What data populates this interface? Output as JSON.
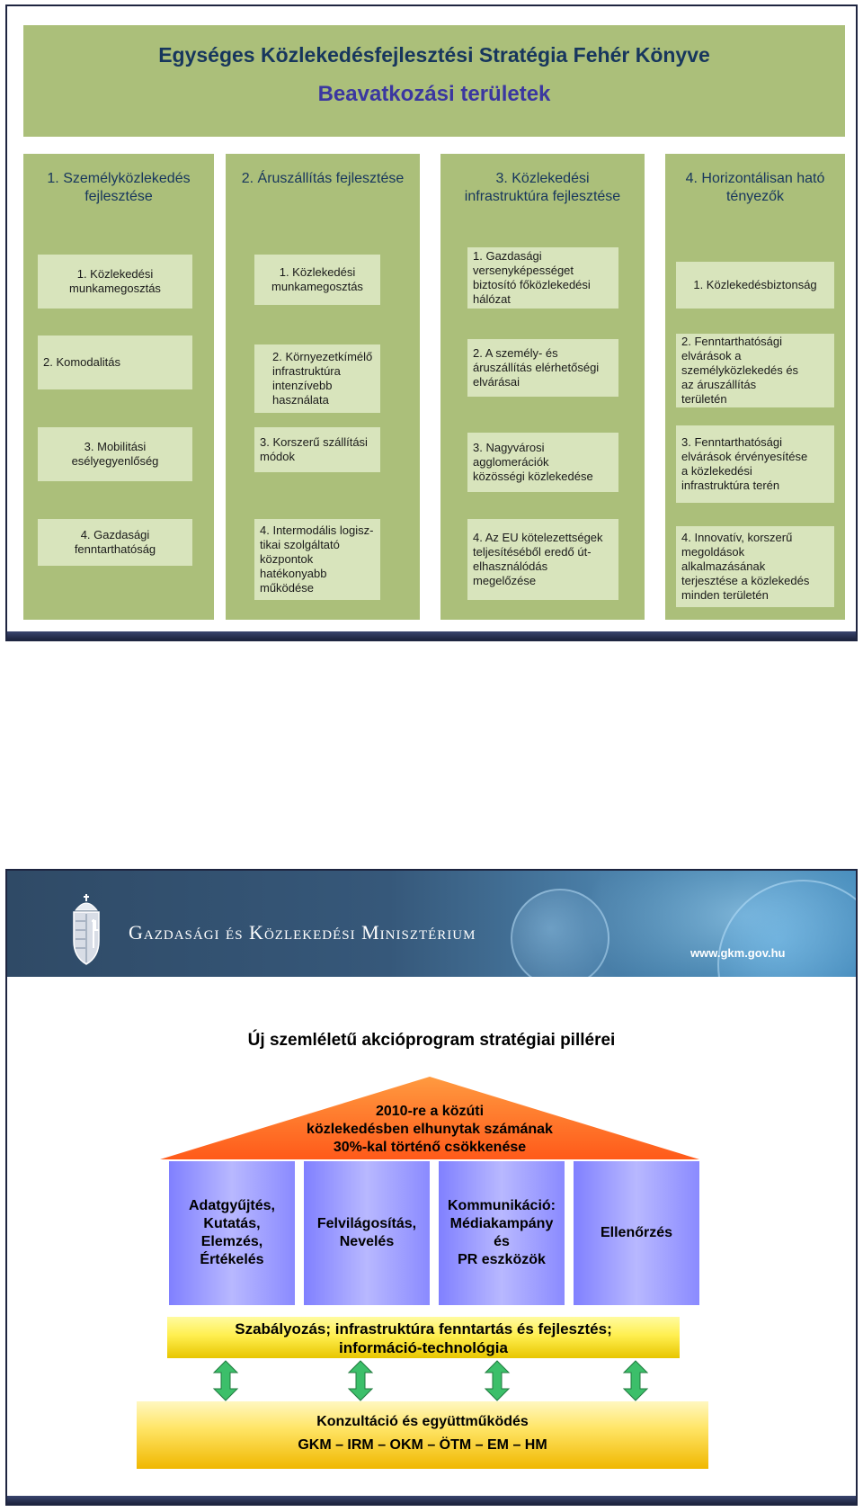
{
  "slide1": {
    "title": "Egységes Közlekedésfejlesztési Stratégia Fehér Könyve",
    "subtitle": "Beavatkozási területek",
    "columns": [
      {
        "heading": "1. Személyközlekedés\nfejlesztése",
        "items": [
          "1. Közlekedési\nmunkamegosztás",
          "2. Komodalitás",
          "3. Mobilitási\nesélyegyenlőség",
          "4. Gazdasági\nfenntarthatóság"
        ]
      },
      {
        "heading": "2. Áruszállítás fejlesztése",
        "items": [
          "1. Közlekedési\nmunkamegosztás",
          "2. Környezetkímélő\ninfrastruktúra\nintenzívebb\nhasználata",
          "3. Korszerű szállítási\nmódok",
          "4. Intermodális logisz-\ntikai szolgáltató\nközpontok\nhatékonyabb\nműködése"
        ]
      },
      {
        "heading": "3. Közlekedési\ninfrastruktúra fejlesztése",
        "items": [
          "1. Gazdasági\nversenyképességet\nbiztosító főközlekedési\nhálózat",
          "2. A személy- és\náruszállítás elérhetőségi\nelvárásai",
          "3. Nagyvárosi\nagglomerációk\nközösségi közlekedése",
          "4. Az EU kötelezettségek\nteljesítéséből eredő út-\nelhasználódás\nmegelőzése"
        ]
      },
      {
        "heading": "4. Horizontálisan ható\ntényezők",
        "items": [
          "1. Közlekedésbiztonság",
          "2. Fenntarthatósági\nelvárások a\nszemélyközlekedés és\naz áruszállítás\nterületén",
          "3. Fenntarthatósági\nelvárások érvényesítése\na közlekedési\ninfrastruktúra terén",
          "4. Innovatív, korszerű\nmegoldások\nalkalmazásának\nterjesztése a közlekedés\nminden területén"
        ]
      }
    ]
  },
  "slide2": {
    "banner_title": "Gazdasági és Közlekedési Minisztérium",
    "banner_url": "www.gkm.gov.hu",
    "title": "Új szemléletű akcióprogram stratégiai pillérei",
    "roof": "2010-re a közúti\nközlekedésben elhunytak számának\n30%-kal történő csökkenése",
    "pillars": [
      "Adatgyűjtés,\nKutatás,\nElemzés,\nÉrtékelés",
      "Felvilágosítás,\nNevelés",
      "Kommunikáció:\nMédiakampány\nés\nPR eszközök",
      "Ellenőrzés"
    ],
    "foundation": "Szabályozás; infrastruktúra fenntartás és fejlesztés;\ninformáció-technológia",
    "base_line1": "Konzultáció és együttműködés",
    "base_line2": "GKM – IRM – OKM – ÖTM – EM – HM"
  }
}
